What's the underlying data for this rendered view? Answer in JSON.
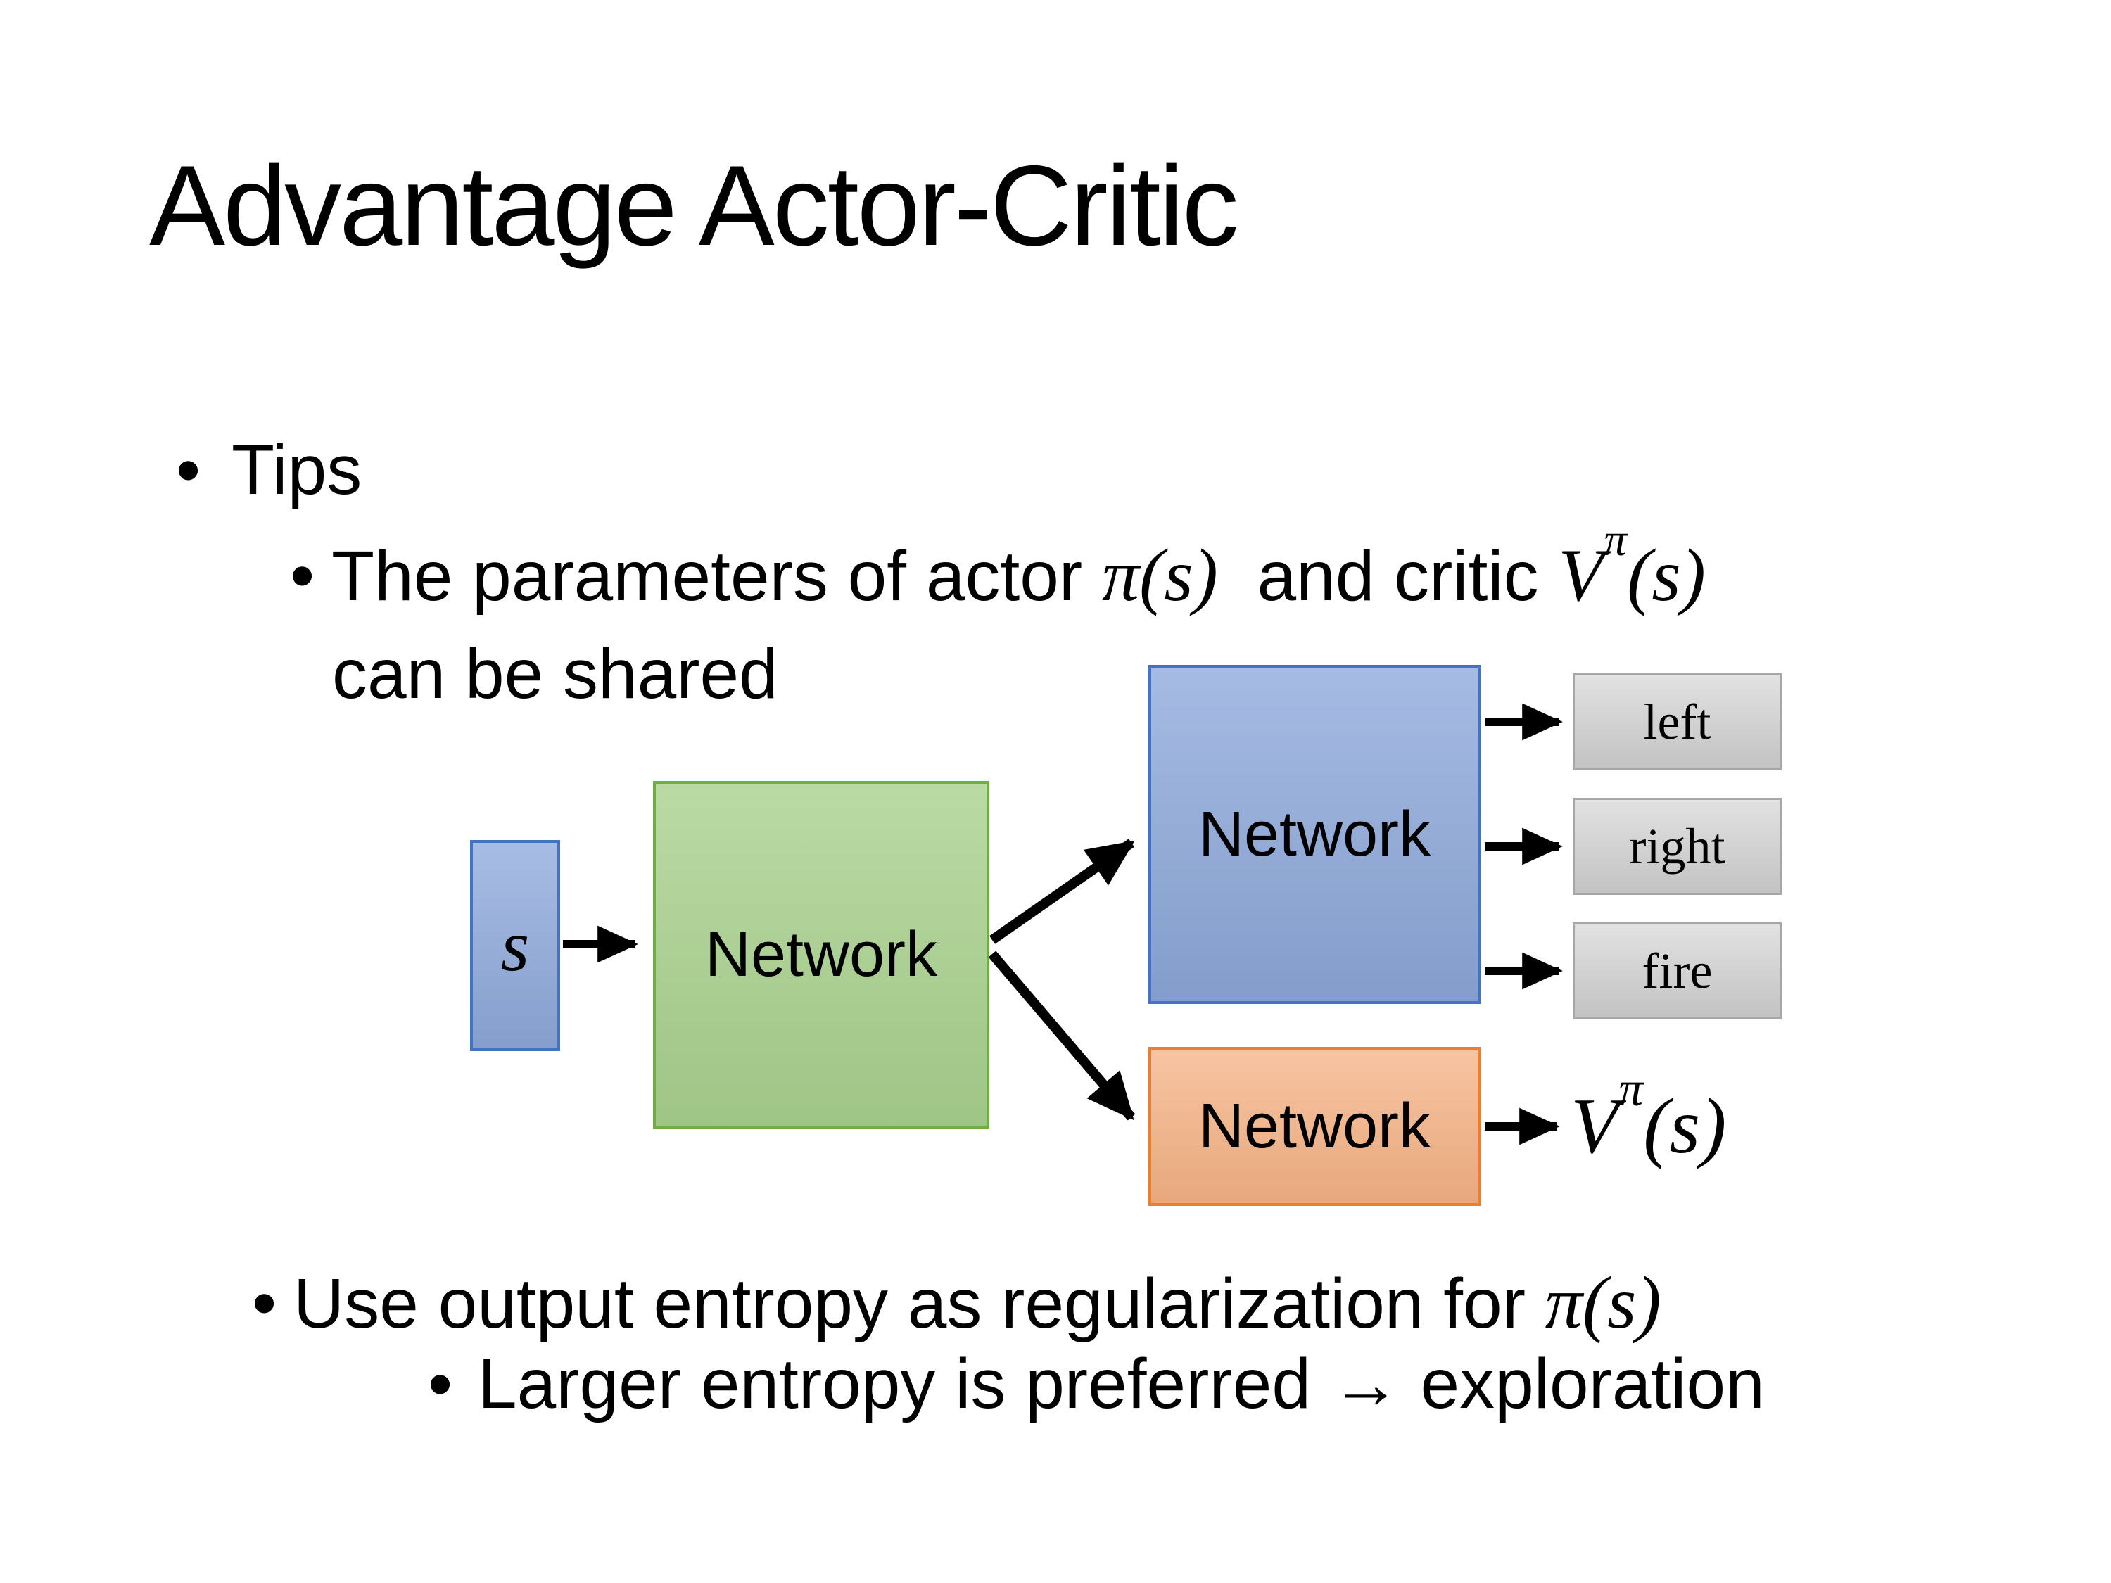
{
  "slide": {
    "title": "Advantage Actor-Critic",
    "bullet_char": "•",
    "bullets": {
      "tips": "Tips",
      "shared_pre": "The parameters of actor ",
      "shared_pi": "π(s)",
      "shared_mid": "  and critic ",
      "shared_v_base": "V",
      "shared_v_sup": "π",
      "shared_v_args": "(s)",
      "shared_line2": "can be shared",
      "entropy_pre": "Use output entropy as regularization for ",
      "entropy_pi": "π(s)",
      "exploration": "Larger entropy is preferred → exploration"
    },
    "diagram": {
      "state_label": "s",
      "shared_network_label": "Network",
      "actor_network_label": "Network",
      "critic_network_label": "Network",
      "action_labels": [
        "left",
        "right",
        "fire"
      ],
      "value_base": "V",
      "value_sup": "π",
      "value_args": "(s)"
    },
    "colors": {
      "background": "#ffffff",
      "text": "#000000",
      "arrow": "#000000",
      "state-fill": "#8faadc",
      "state-border": "#4472c4",
      "shared-fill": "#a9d18e",
      "shared-border": "#70ad47",
      "actor-fill": "#8faadc",
      "actor-border": "#4472c4",
      "critic-fill": "#f4b183",
      "critic-border": "#ed7d31",
      "action-fill": "#d6d6d6",
      "action-border": "#a6a6a6"
    }
  }
}
